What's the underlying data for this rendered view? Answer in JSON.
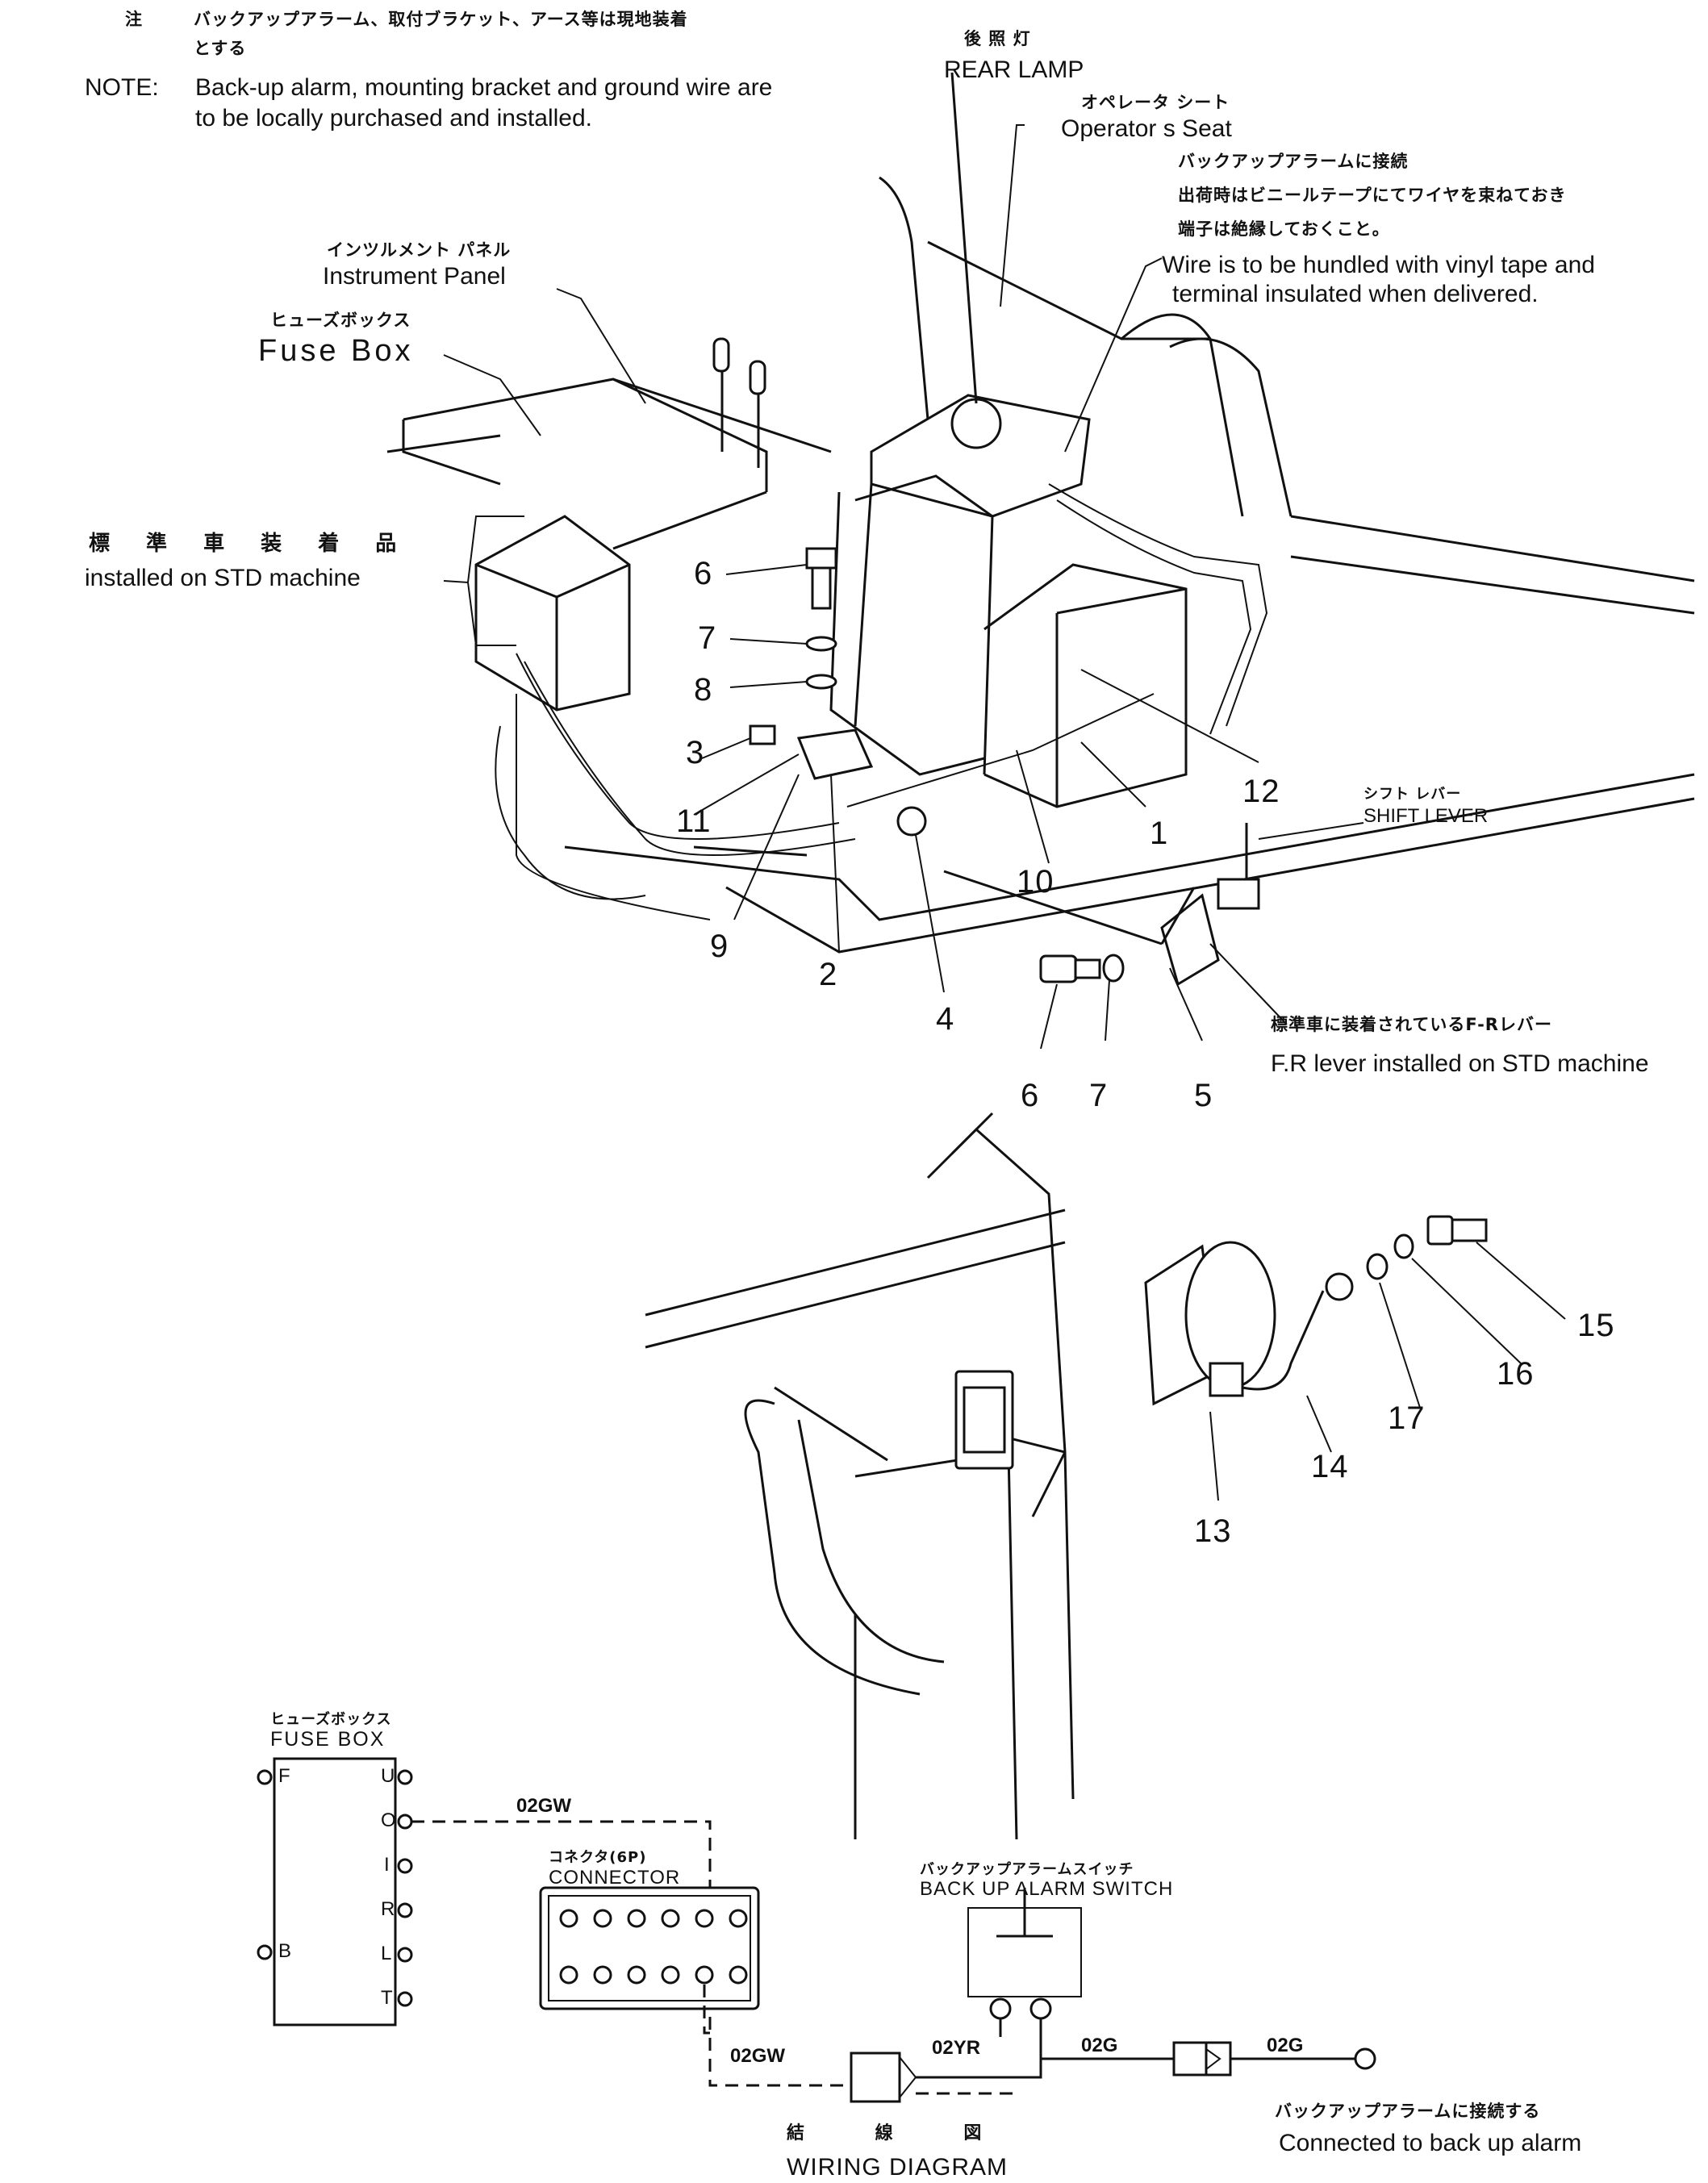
{
  "note": {
    "jp_label": "注",
    "jp_line1": "バックアップアラーム、取付ブラケット、アース等は現地装着",
    "jp_line2": "とする",
    "en_label": "NOTE:",
    "en_line1": "Back-up alarm, mounting bracket and ground wire are",
    "en_line2": "to be locally purchased and installed."
  },
  "callouts": {
    "rear_lamp": {
      "jp": "後 照 灯",
      "en": "REAR LAMP"
    },
    "operators_seat": {
      "jp": "オペレータ シート",
      "en": "Operator s  Seat"
    },
    "alarm_wire": {
      "jp1": "バックアップアラームに接続",
      "jp2": "出荷時はビニールテープにてワイヤを束ねておき",
      "jp3": "端子は絶縁しておくこと。",
      "en1": "Wire is to be hundled with vinyl tape and",
      "en2": "terminal insulated when delivered."
    },
    "instrument_panel": {
      "jp": "インツルメント パネル",
      "en": "Instrument Panel"
    },
    "fuse_box": {
      "jp": "ヒューズボックス",
      "en": "Fuse  Box"
    },
    "std_machine": {
      "jp": "標 準 車 装 着 品",
      "en": "installed on STD machine"
    },
    "shift_lever": {
      "jp": "シフト レバー",
      "en": "SHIFT LEVER"
    },
    "fr_lever": {
      "jp": "標準車に装着されているF-Rレバー",
      "en": "F.R lever installed on STD machine"
    }
  },
  "part_numbers": [
    "1",
    "2",
    "3",
    "4",
    "5",
    "6",
    "6",
    "7",
    "7",
    "8",
    "9",
    "10",
    "11",
    "12",
    "13",
    "14",
    "15",
    "16",
    "17"
  ],
  "wiring": {
    "title_jp": "結 線 図",
    "title_en": "WIRING DIAGRAM",
    "fuse_box_jp": "ヒューズボックス",
    "fuse_box_en": "FUSE BOX",
    "fuse_terminals_left": [
      "F",
      "B"
    ],
    "fuse_terminals_right": [
      "U",
      "O",
      "I",
      "R",
      "L",
      "T"
    ],
    "connector_jp": "コネクタ(6P)",
    "connector_en": "CONNECTOR",
    "switch_jp": "バックアップアラームスイッチ",
    "switch_en": "BACK UP ALARM SWITCH",
    "wire_labels": [
      "02GW",
      "02GW",
      "02YR",
      "02G",
      "02G"
    ],
    "alarm_jp": "バックアップアラームに接続する",
    "alarm_en": "Connected to back up alarm"
  }
}
